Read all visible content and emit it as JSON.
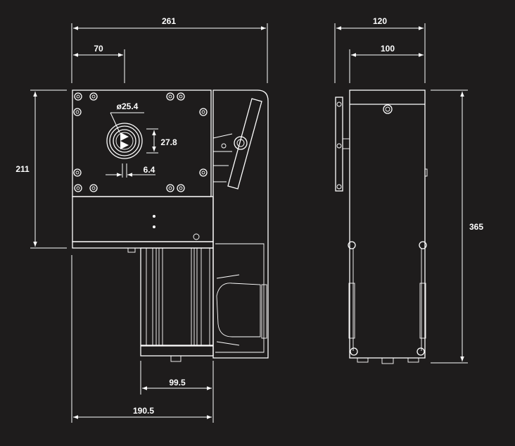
{
  "drawing": {
    "front_view": {
      "width_total": "261",
      "shaft_offset": "70",
      "height": "211",
      "shaft_diameter": "ø25.4",
      "shaft_key_height": "27.8",
      "key_width": "6.4",
      "motor_width": "99.5",
      "base_width": "190.5"
    },
    "side_view": {
      "depth_total": "120",
      "depth_body": "100",
      "height_total": "365"
    },
    "colors": {
      "background": "#1e1c1c",
      "line": "#ffffff"
    }
  }
}
